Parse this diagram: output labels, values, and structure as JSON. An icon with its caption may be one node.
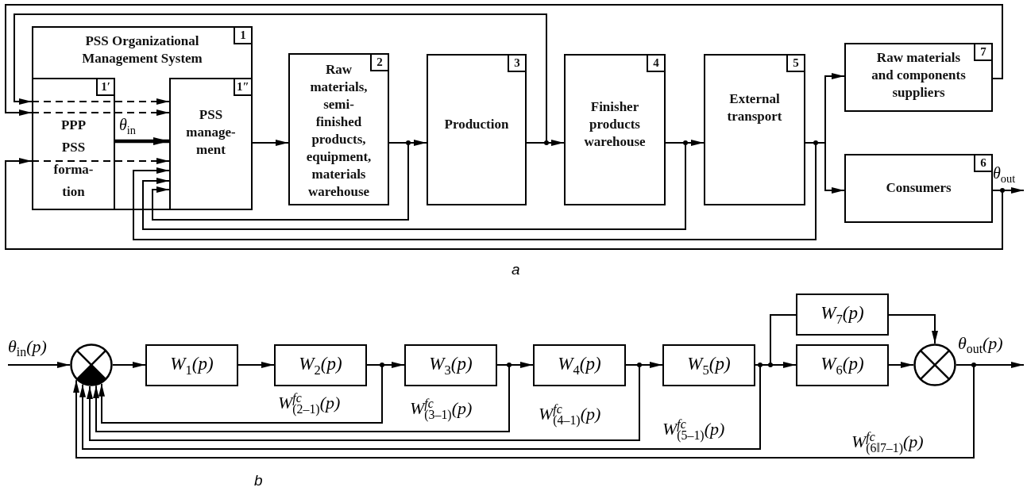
{
  "diagram": {
    "nodes": [
      {
        "text": [
          "PSS Organizational Management System",
          "1"
        ]
      },
      {
        "text": [
          "PPP PSS forma- tion",
          "1′"
        ],
        "in": 0
      },
      {
        "text": [
          "PSS manage- ment",
          "1″"
        ],
        "in": 0
      },
      {
        "text": [
          "Raw materials, semi- finished products, equipment, materials warehouse",
          "2"
        ]
      },
      {
        "text": [
          "Production",
          "3"
        ]
      },
      {
        "text": [
          "Finisher products warehouse",
          "4"
        ]
      },
      {
        "text": [
          "External transport",
          "5"
        ]
      },
      {
        "text": [
          "Raw materials and components suppliers",
          "7"
        ]
      },
      {
        "text": [
          "Consumers",
          "6"
        ]
      },
      {
        "text": [],
        "shape": "circle"
      },
      {
        "text": [
          "W$_{1}$(p)"
        ]
      },
      {
        "text": [
          "W$_{2}$(p)"
        ]
      },
      {
        "text": [
          "W$_{3}$(p)"
        ]
      },
      {
        "text": [
          "W$_{4}$(p)"
        ]
      },
      {
        "text": [
          "W$_{5}$(p)"
        ]
      },
      {
        "text": [
          "W$_{7}$(p)"
        ]
      },
      {
        "text": [
          "W$_{6}$(p)"
        ]
      },
      {
        "text": [],
        "shape": "circle"
      }
    ],
    "edges": [
      {
        "from": 1,
        "to": 2,
        "arrow": "to",
        "label": "θ$_{in}$",
        "style": "thick"
      },
      {
        "from": 1,
        "to": 2,
        "arrow": "to",
        "style": "dashed"
      },
      {
        "from": 1,
        "to": 2,
        "arrow": "to",
        "style": "dashed"
      },
      {
        "from": 1,
        "to": 2,
        "arrow": "to",
        "style": "dashed"
      },
      {
        "from": 2,
        "to": 3,
        "arrow": "to"
      },
      {
        "from": 3,
        "to": 4,
        "arrow": "to"
      },
      {
        "from": 4,
        "to": 5,
        "arrow": "to"
      },
      {
        "from": 5,
        "to": 6,
        "arrow": "to"
      },
      {
        "from": 6,
        "to": 7,
        "arrow": "to"
      },
      {
        "from": 6,
        "to": 8,
        "arrow": "to"
      },
      {
        "from": 8,
        "to": null,
        "arrow": "to",
        "label": "θ$_{out}$"
      },
      {
        "from": 3,
        "to": 2,
        "arrow": "to"
      },
      {
        "from": 5,
        "to": 2,
        "arrow": "to"
      },
      {
        "from": 6,
        "to": 2,
        "arrow": "to"
      },
      {
        "from": 8,
        "to": 1,
        "arrow": "to"
      },
      {
        "from": 4,
        "to": 1,
        "arrow": "to"
      },
      {
        "from": 7,
        "to": 1,
        "arrow": "to"
      },
      {
        "from": null,
        "to": 9,
        "arrow": "to",
        "label": "θ$_{in}$(p)"
      },
      {
        "from": 9,
        "to": 10,
        "arrow": "to"
      },
      {
        "from": 10,
        "to": 11,
        "arrow": "to"
      },
      {
        "from": 11,
        "to": 12,
        "arrow": "to"
      },
      {
        "from": 12,
        "to": 13,
        "arrow": "to"
      },
      {
        "from": 13,
        "to": 14,
        "arrow": "to"
      },
      {
        "from": 14,
        "to": 16,
        "arrow": "to"
      },
      {
        "from": 14,
        "to": 15,
        "arrow": "other"
      },
      {
        "from": 15,
        "to": 17,
        "arrow": "to"
      },
      {
        "from": 16,
        "to": 17,
        "arrow": "to"
      },
      {
        "from": 17,
        "to": null,
        "arrow": "to",
        "label": "θ$_{out}$(p)"
      },
      {
        "from": 11,
        "to": 9,
        "arrow": "to",
        "label": "W$^{fc}$$_{(2–1)}$(p)"
      },
      {
        "from": 12,
        "to": 9,
        "arrow": "to",
        "label": "W$^{fc}$$_{(3–1)}$(p)"
      },
      {
        "from": 13,
        "to": 9,
        "arrow": "to",
        "label": "W$^{fc}$$_{(4–1)}$(p)"
      },
      {
        "from": 14,
        "to": 9,
        "arrow": "to",
        "label": "W$^{fc}$$_{(5–1)}$(p)"
      },
      {
        "from": 17,
        "to": 9,
        "arrow": "to",
        "label": "W$^{fc}$$_{(6‖7–1)}$(p)"
      }
    ],
    "labels": [
      "a",
      "b"
    ]
  }
}
